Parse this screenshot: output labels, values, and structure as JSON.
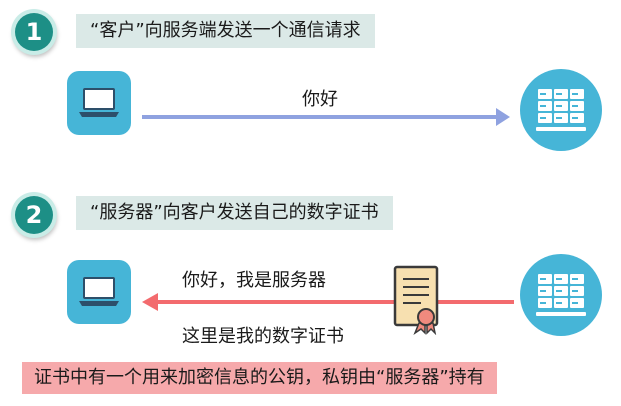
{
  "step1": {
    "number": "1",
    "text": "“客户”向服务端发送一个通信请求",
    "message": "你好"
  },
  "step2": {
    "number": "2",
    "text": "“服务器”向客户发送自己的数字证书",
    "message_top": "你好，我是服务器",
    "message_bottom": "这里是我的数字证书"
  },
  "note": "证书中有一个用来加密信息的公钥，私钥由“服务器”持有",
  "icons": [
    "laptop-icon",
    "server-icon",
    "certificate-icon"
  ],
  "colors": {
    "badge": "#1d8f86",
    "step_box": "#dbe9e7",
    "icon_bg": "#46b5d7",
    "arrow_request": "#8fa2e0",
    "arrow_response": "#f36b6e",
    "note_bg": "#f6a9ab",
    "certificate": "#f7e0b0"
  }
}
